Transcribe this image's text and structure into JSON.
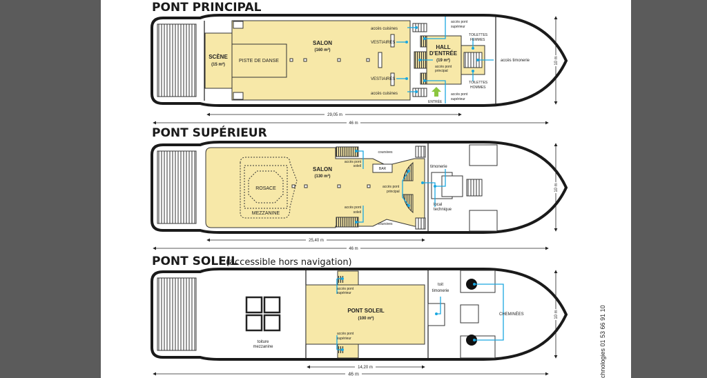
{
  "decks": [
    {
      "title": "PONT PRINCIPAL",
      "labels": {
        "scene": "SCÈNE",
        "scene_area": "(15 m²)",
        "piste": "PISTE DE DANSE",
        "salon": "SALON",
        "salon_area": "(160 m²)",
        "vestiaires_top": "VESTIAIRES",
        "vestiaires_bottom": "VESTIAIRES",
        "cuisines_top": "accès cuisines",
        "cuisines_bottom": "accès cuisines",
        "hall": "HALL",
        "hall2": "D'ENTRÉE",
        "hall_area": "(19 m²)",
        "acces_principal_1": "accès pont",
        "acces_principal_2": "principal",
        "sup_top_1": "accès pont",
        "sup_top_2": "supérieur",
        "sup_bot_1": "accès pont",
        "sup_bot_2": "supérieur",
        "toilettes_f1": "TOILETTES",
        "toilettes_f2": "FEMMES",
        "toilettes_h1": "TOILETTES",
        "toilettes_h2": "HOMMES",
        "timonerie": "accès timonerie",
        "entree": "ENTRÉE"
      },
      "dims": {
        "partial": "29,05 m",
        "total": "46 m",
        "width": "10 m"
      }
    },
    {
      "title": "PONT SUPÉRIEUR",
      "labels": {
        "rosace": "ROSACE",
        "mezzanine": "MEZZANINE",
        "salon": "SALON",
        "salon_area": "(130 m²)",
        "soleil_top_1": "accès pont",
        "soleil_top_2": "soleil",
        "soleil_bot_1": "accès pont",
        "soleil_bot_2": "soleil",
        "coursives_top": "coursives",
        "coursives_bottom": "coursives",
        "bar": "BAR",
        "principal_1": "accès pont",
        "principal_2": "principal",
        "timonerie": "timonerie",
        "local_1": "local",
        "local_2": "technique"
      },
      "dims": {
        "partial": "25,40 m",
        "total": "46 m",
        "width": "10 m"
      }
    },
    {
      "title": "PONT SOLEIL",
      "subtitle": "(accessible hors navigation)",
      "labels": {
        "toiture_1": "toiture",
        "toiture_2": "mezzanine",
        "pont_soleil": "PONT SOLEIL",
        "area": "(100 m²)",
        "sup_top_1": "accès pont",
        "sup_top_2": "supérieur",
        "sup_bot_1": "accès pont",
        "sup_bot_2": "supérieur",
        "toit_1": "toit",
        "toit_2": "timonerie",
        "cheminees": "CHEMINÉES"
      },
      "dims": {
        "partial": "14,20 m",
        "total": "46 m",
        "width": "10 m"
      }
    }
  ],
  "footer_text": "chnologies 01 53 66 91 10"
}
